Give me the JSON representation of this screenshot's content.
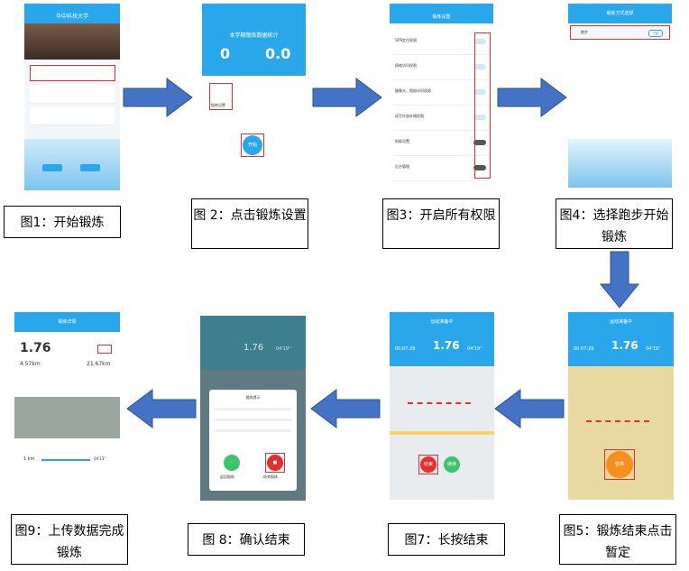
{
  "steps": [
    {
      "caption": "图1：开始锻炼"
    },
    {
      "caption": "图 2：点击锻炼设置"
    },
    {
      "caption": "图3：开启所有权限"
    },
    {
      "caption": "图4：选择跑步开始锻炼"
    },
    {
      "caption": "图5：锻炼结束点击暂定"
    },
    {
      "caption": "图7：长按结束"
    },
    {
      "caption": "图 8：确认结束"
    },
    {
      "caption": "图9：上传数据完成锻炼"
    }
  ],
  "screens": {
    "s1": {
      "title": "华中科技大学"
    },
    "s2": {
      "title": "本学期锻炼数据统计",
      "stat1": "0",
      "stat2": "0.0",
      "setting": "锻炼设置",
      "start": "开始"
    },
    "s3": {
      "title": "锻炼设置",
      "rows": [
        "GPS定位权限",
        "网络访问权限",
        "摄像头、相册访问权限",
        "读写外部存储权限",
        "前屏设置",
        "后台管理"
      ]
    },
    "s4": {
      "title": "锻炼方式选择",
      "item": "跑步",
      "go": "开始"
    },
    "s5": {
      "title": "运动准备中",
      "time": "00:07:29",
      "dist": "1.76",
      "pace": "04'19''",
      "pause": "暂停"
    },
    "s7": {
      "title": "运动准备中",
      "time": "00:07:29",
      "dist": "1.76",
      "pace": "04'19''",
      "end": "结束",
      "resume": "继续"
    },
    "s8": {
      "title": "锻炼提示",
      "stat": "1.76",
      "pace": "04'19''",
      "back": "返回锻炼",
      "end": "结束锻炼"
    },
    "s9": {
      "title": "锻炼详情",
      "dist": "1.76",
      "left": "4.57km",
      "right": "21.67km",
      "km": "1 km",
      "pace": "04'13''"
    }
  }
}
